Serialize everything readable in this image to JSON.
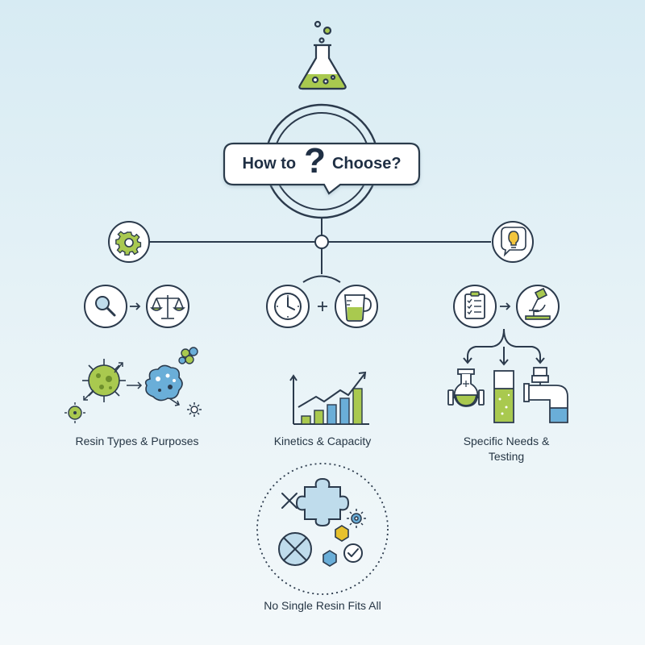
{
  "title": {
    "left": "How to",
    "mark": "?",
    "right": "Choose?"
  },
  "branches": [
    {
      "label": "Resin Types & Purposes"
    },
    {
      "label": "Kinetics & Capacity"
    },
    {
      "label_line1": "Specific Needs &",
      "label_line2": "Testing"
    }
  ],
  "conclusion": {
    "label": "No Single Resin Fits All"
  },
  "colors": {
    "stroke": "#2b3a4c",
    "green": "#a9c94f",
    "blue": "#6aaed8",
    "lightblue": "#bfdcec"
  }
}
